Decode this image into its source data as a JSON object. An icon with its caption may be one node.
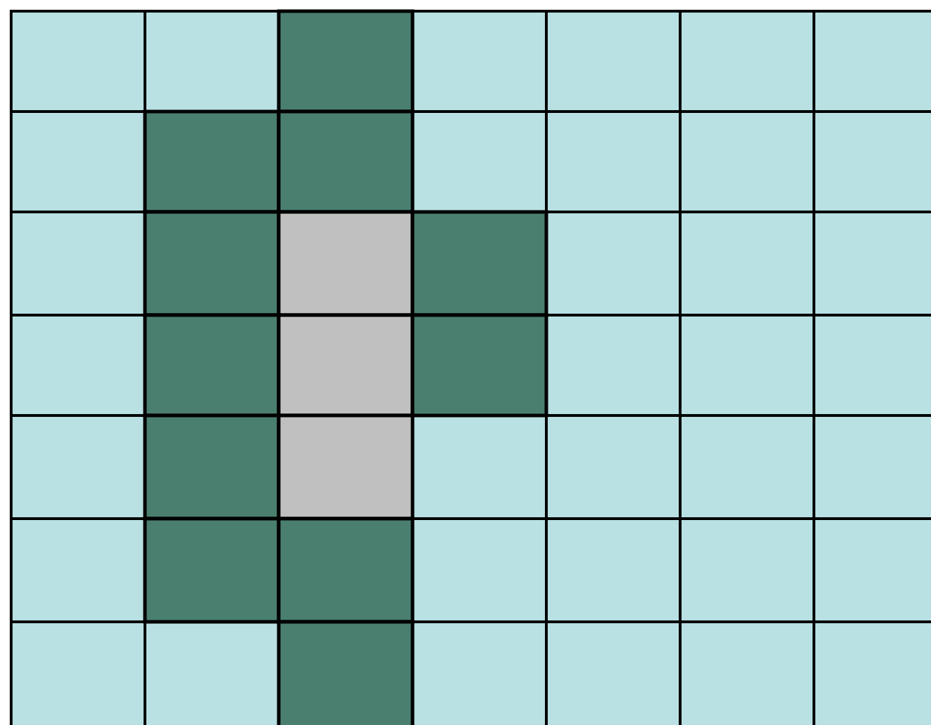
{
  "diagram": {
    "nodes": [
      {
        "text": [],
        "shape": "box"
      },
      {
        "text": [],
        "shape": "box"
      },
      {
        "text": [],
        "shape": "box"
      },
      {
        "text": [],
        "shape": "box"
      },
      {
        "text": [],
        "shape": "box"
      },
      {
        "text": [],
        "shape": "box"
      },
      {
        "text": [],
        "shape": "box"
      },
      {
        "text": [],
        "shape": "box"
      },
      {
        "text": [],
        "shape": "box"
      },
      {
        "text": [],
        "shape": "box"
      },
      {
        "text": [],
        "shape": "box"
      },
      {
        "text": [],
        "shape": "box"
      },
      {
        "text": [],
        "shape": "box"
      },
      {
        "text": [],
        "shape": "box"
      },
      {
        "text": [],
        "shape": "box"
      },
      {
        "text": [],
        "shape": "box"
      },
      {
        "text": [],
        "shape": "box"
      },
      {
        "text": [],
        "shape": "box"
      },
      {
        "text": [],
        "shape": "box"
      },
      {
        "text": [],
        "shape": "box"
      },
      {
        "text": [],
        "shape": "box"
      },
      {
        "text": [],
        "shape": "box"
      },
      {
        "text": [],
        "shape": "box"
      },
      {
        "text": [],
        "shape": "box"
      },
      {
        "text": [],
        "shape": "box"
      },
      {
        "text": [],
        "shape": "box"
      },
      {
        "text": [],
        "shape": "box"
      },
      {
        "text": [],
        "shape": "box"
      },
      {
        "text": [],
        "shape": "box"
      },
      {
        "text": [],
        "shape": "box"
      },
      {
        "text": [],
        "shape": "box"
      },
      {
        "text": [],
        "shape": "box"
      },
      {
        "text": [],
        "shape": "box"
      },
      {
        "text": [],
        "shape": "box"
      },
      {
        "text": [],
        "shape": "box"
      },
      {
        "text": [],
        "shape": "box"
      },
      {
        "text": [],
        "shape": "box"
      },
      {
        "text": [],
        "shape": "box"
      },
      {
        "text": [],
        "shape": "box"
      },
      {
        "text": [],
        "shape": "box"
      },
      {
        "text": [],
        "shape": "box"
      },
      {
        "text": [],
        "shape": "box"
      },
      {
        "text": [],
        "shape": "box"
      },
      {
        "text": [],
        "shape": "box"
      },
      {
        "text": [],
        "shape": "box"
      },
      {
        "text": [],
        "shape": "box"
      },
      {
        "text": [],
        "shape": "box"
      },
      {
        "text": [],
        "shape": "box"
      },
      {
        "text": [],
        "shape": "box"
      }
    ]
  }
}
